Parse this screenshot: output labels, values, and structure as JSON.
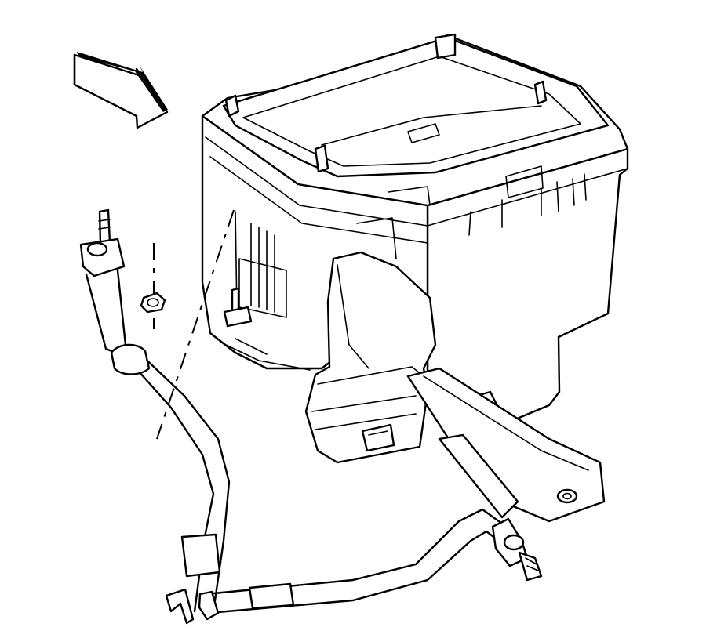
{
  "diagram": {
    "colors": {
      "line": "#000000",
      "background": "#ffffff"
    },
    "parts": [
      "direction-arrow",
      "hvac-module-housing",
      "housing-cover",
      "drain-duct",
      "mounting-bracket",
      "mounting-stud",
      "retaining-nut",
      "liquid-line-fitting",
      "suction-hose",
      "refrigerant-pipe",
      "evaporator-tube-fitting"
    ]
  }
}
